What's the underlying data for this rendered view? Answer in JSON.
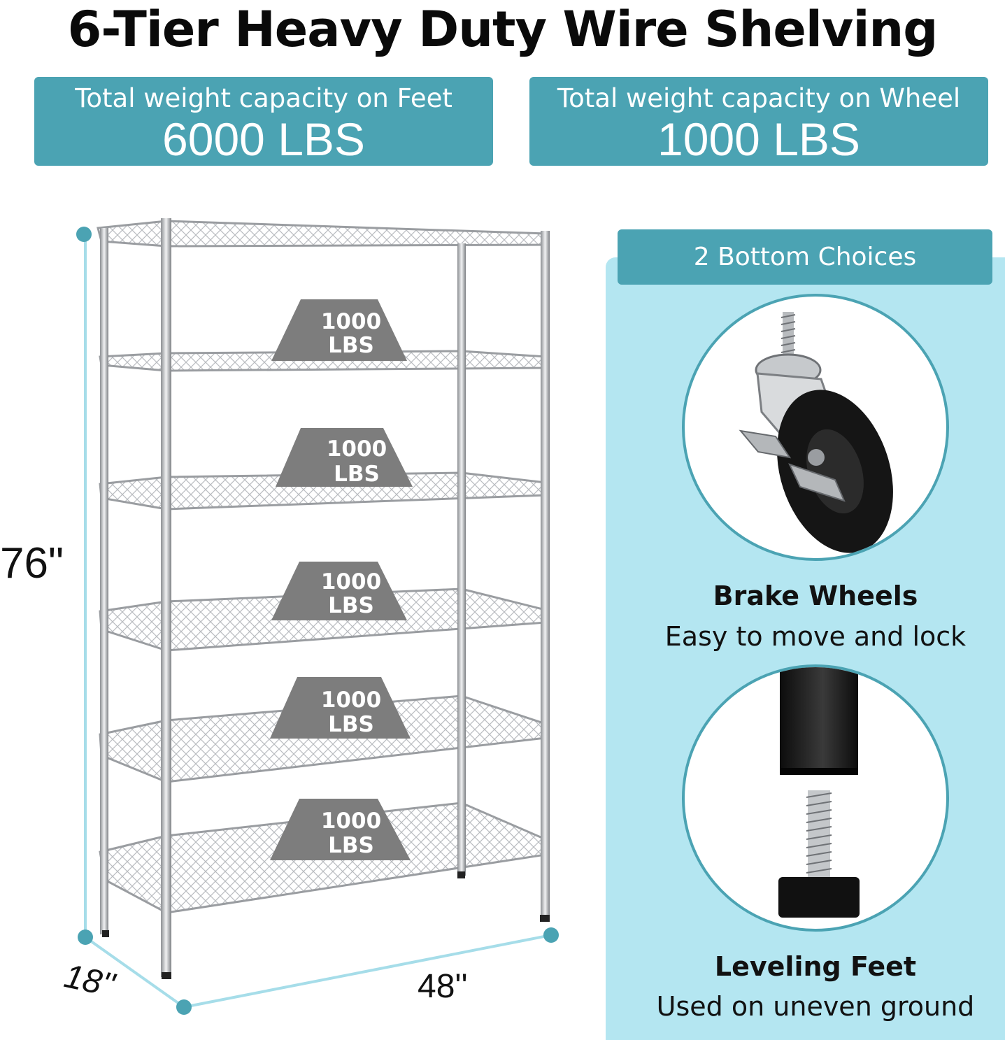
{
  "title": "6-Tier Heavy Duty Wire Shelving",
  "capacity_feet": {
    "label": "Total weight capacity on Feet",
    "value": "6000 LBS"
  },
  "capacity_wheel": {
    "label": "Total weight capacity on Wheel",
    "value": "1000 LBS"
  },
  "shelf_loads": [
    {
      "num": "1000",
      "unit": "LBS"
    },
    {
      "num": "1000",
      "unit": "LBS"
    },
    {
      "num": "1000",
      "unit": "LBS"
    },
    {
      "num": "1000",
      "unit": "LBS"
    },
    {
      "num": "1000",
      "unit": "LBS"
    }
  ],
  "dimensions": {
    "height": "76\"",
    "depth": "18''",
    "width": "48''"
  },
  "bottom_choices": {
    "badge": "2 Bottom Choices",
    "wheels": {
      "title": "Brake Wheels",
      "desc": "Easy to move and lock",
      "icon": "brake-wheel-icon"
    },
    "feet": {
      "title": "Leveling Feet",
      "desc": "Used on uneven ground",
      "icon": "leveling-foot-icon"
    }
  },
  "colors": {
    "accent": "#4ba3b3",
    "panel": "#b4e6f1",
    "weight_block": "#7d7d7d",
    "dimension_line": "#8fd3e1"
  }
}
